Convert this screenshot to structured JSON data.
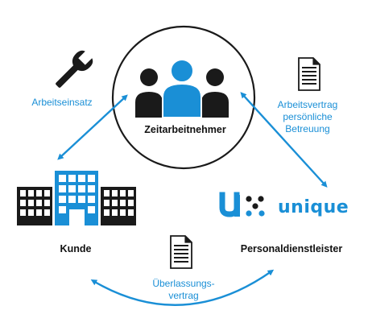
{
  "colors": {
    "accent": "#1a8fd6",
    "dark": "#1a1a1a"
  },
  "nodes": {
    "center": {
      "label": "Zeitarbeitnehmer",
      "icon": "people-group-icon"
    },
    "left": {
      "label": "Kunde",
      "icon": "buildings-icon"
    },
    "right": {
      "label": "Personaldienstleister",
      "brand": "unique",
      "icon": "unique-logo-icon"
    }
  },
  "edges": {
    "center_left": {
      "label": "Arbeitseinsatz",
      "icon": "wrench-icon"
    },
    "center_right": {
      "label_lines": [
        "Arbeitsvertrag",
        "persönliche",
        "Betreuung"
      ],
      "icon": "document-icon"
    },
    "left_right": {
      "label_lines": [
        "Überlassungs-",
        "vertrag"
      ],
      "icon": "document-icon"
    }
  }
}
